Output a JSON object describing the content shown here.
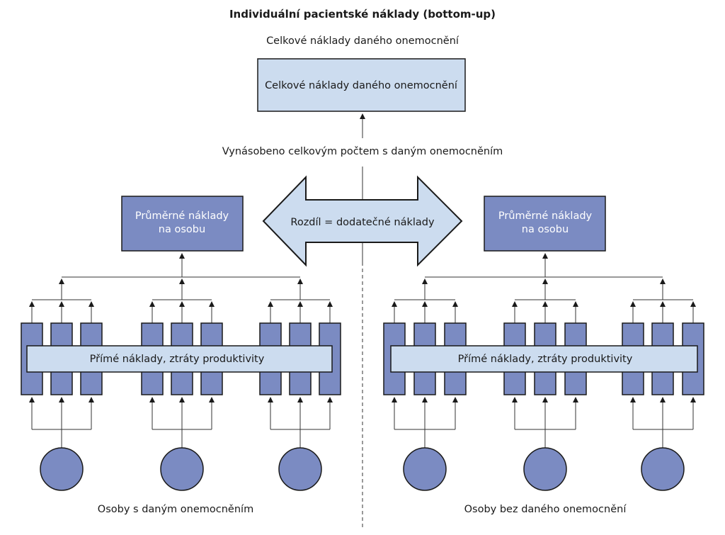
{
  "diagram": {
    "title": "Individuální pacientské náklady (bottom-up)",
    "total_label_above": "Celkové náklady daného onemocnění",
    "total_box_label": "Celkové náklady daného onemocnění",
    "multiplier_label": "Vynásobeno celkovým počtem s daným onemocněním",
    "difference_arrow_label": "Rozdíl = dodatečné náklady",
    "left": {
      "average_box_line1": "Průměrné náklady",
      "average_box_line2": "na osobu",
      "cost_bar_label": "Přímé náklady, ztráty produktivity",
      "persons_label": "Osoby s daným onemocněním"
    },
    "right": {
      "average_box_line1": "Průměrné náklady",
      "average_box_line2": "na osobu",
      "cost_bar_label": "Přímé náklady, ztráty produktivity",
      "persons_label": "Osoby bez daného onemocnění"
    },
    "colors": {
      "box_dark": "#7b8bc2",
      "box_light": "#ccdcef",
      "stroke": "#1a1a1a"
    }
  }
}
